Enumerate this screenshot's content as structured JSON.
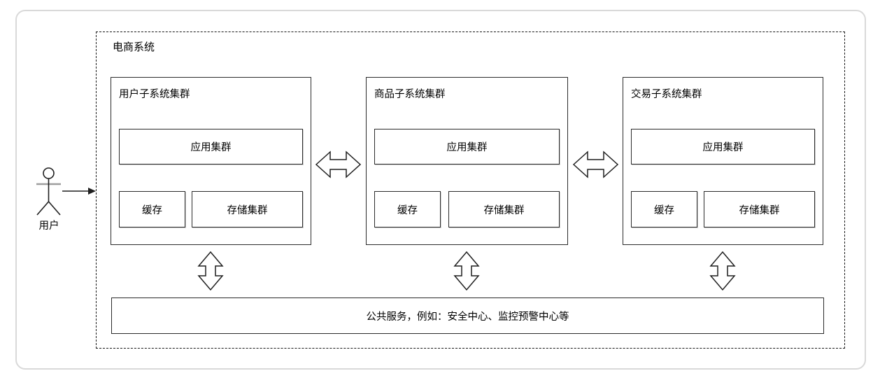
{
  "colors": {
    "background": "#ffffff",
    "outer_frame_border": "#d9d9d9",
    "line": "#1f1f1f",
    "actor_arms": "#9e9e9e",
    "text": "#000000"
  },
  "diagram": {
    "system_label": "电商系统",
    "actor_label": "用户",
    "subsystems": [
      {
        "title": "用户子系统集群",
        "app_cluster": "应用集群",
        "cache": "缓存",
        "storage_cluster": "存储集群"
      },
      {
        "title": "商品子系统集群",
        "app_cluster": "应用集群",
        "cache": "缓存",
        "storage_cluster": "存储集群"
      },
      {
        "title": "交易子系统集群",
        "app_cluster": "应用集群",
        "cache": "缓存",
        "storage_cluster": "存储集群"
      }
    ],
    "common_services_label": "公共服务，例如：安全中心、监控预警中心等"
  }
}
